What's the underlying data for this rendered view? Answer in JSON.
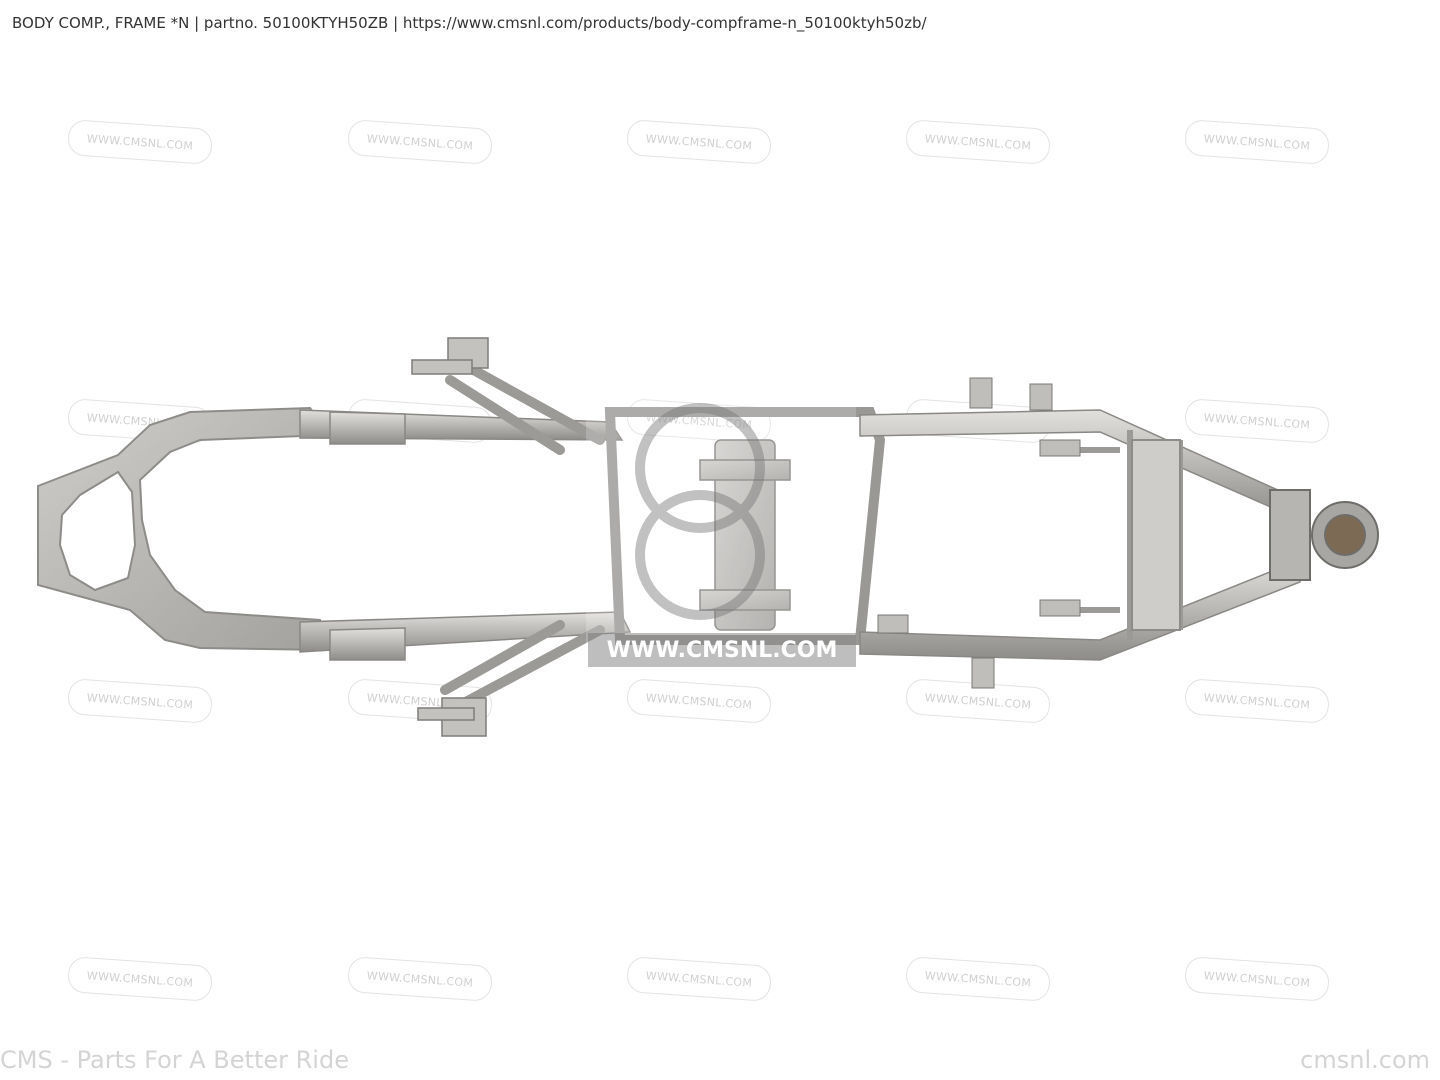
{
  "header": {
    "text": "BODY COMP., FRAME *N | partno. 50100KTYH50ZB  | https://www.cmsnl.com/products/body-compframe-n_50100ktyh50zb/"
  },
  "watermark_text": "WWW.CMSNL.COM",
  "center_logo": {
    "text": "WWW.CMSNL.COM"
  },
  "footer": {
    "left": "CMS - Parts For A Better Ride",
    "right": "cmsnl.com"
  },
  "colors": {
    "frame_metal": "#b9b7b4",
    "frame_shadow": "#8e8c89",
    "frame_highlight": "#dcdad7",
    "watermark": "#d0d0d0",
    "header_text": "#333333"
  }
}
